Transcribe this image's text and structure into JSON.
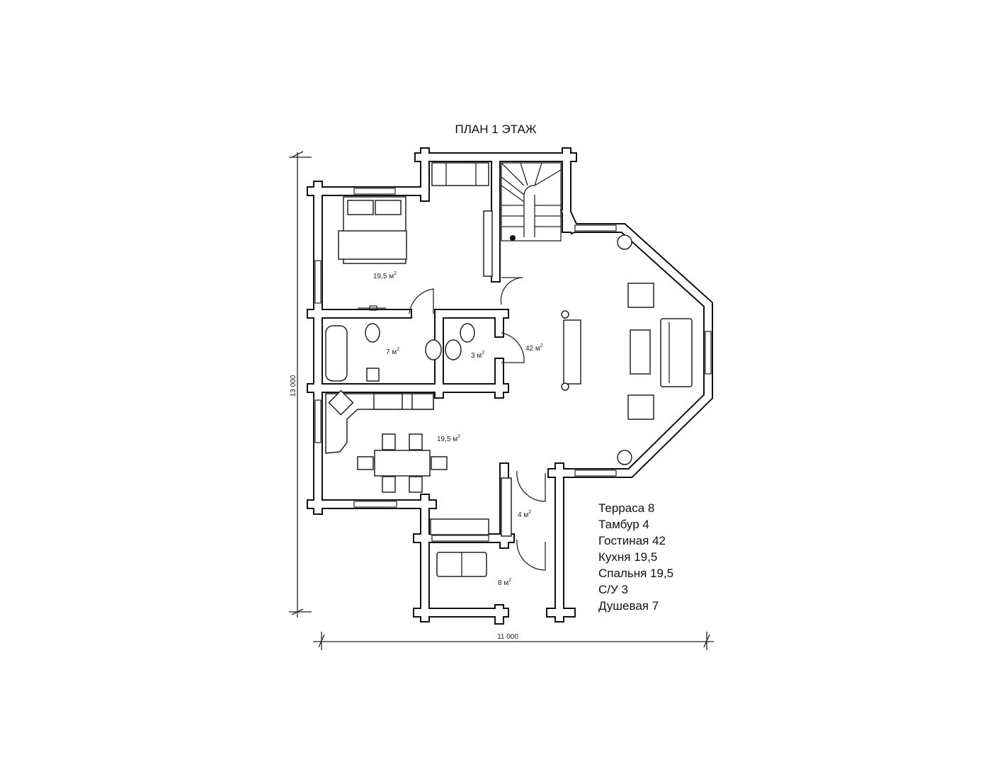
{
  "title": "ПЛАН 1 ЭТАЖ",
  "dimensions": {
    "height": "13 000",
    "width": "11 000"
  },
  "room_areas": {
    "bedroom": "19,5 м",
    "shower": "7 м",
    "wc": "3 м",
    "living": "42 м",
    "kitchen": "19,5 м",
    "vestibule": "4 м",
    "terrace": "8 м",
    "sup": "2"
  },
  "legend": [
    "Терраса 8",
    "Тамбур 4",
    "Гостиная 42",
    "Кухня 19,5",
    "Спальня 19,5",
    "С/У 3",
    "Душевая 7"
  ]
}
